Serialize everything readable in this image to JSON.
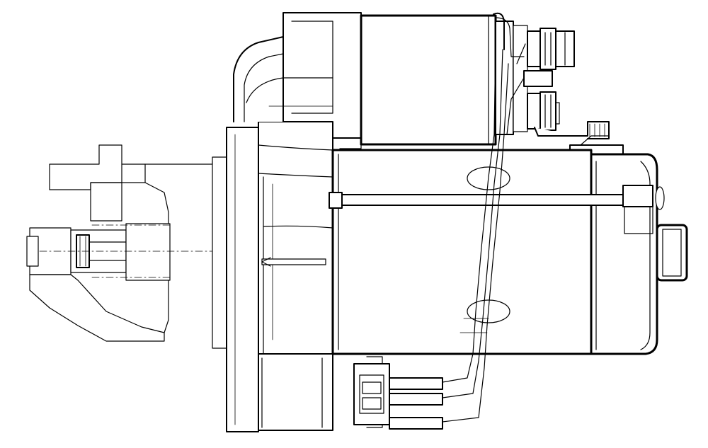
{
  "figure": {
    "kind": "technical-line-drawing",
    "subject": "starter-motor-side-view",
    "text_labels": []
  },
  "colors": {
    "line": "#000000",
    "background": "#ffffff",
    "hatch": "#000000"
  },
  "parts": [
    "pinion-housing-section",
    "pinion-shaft",
    "mounting-flange",
    "drive-end-housing",
    "solenoid-body",
    "solenoid-terminals",
    "motor-yoke",
    "through-bolt",
    "end-cap",
    "brush-holder",
    "wire-harness",
    "connector-block"
  ]
}
